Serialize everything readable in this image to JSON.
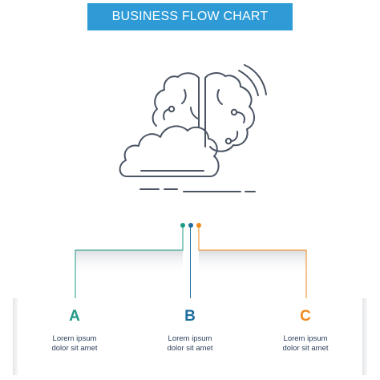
{
  "title": "BUSINESS FLOW CHART",
  "icon": "brain-cloud-idea-icon",
  "colors": {
    "banner": "#2e9bd7",
    "step_a": "#1f9a86",
    "step_b": "#1d6e9e",
    "step_c": "#f08a1c",
    "icon_stroke": "#4a5463"
  },
  "steps": [
    {
      "letter": "A",
      "line1": "Lorem ipsum",
      "line2": "dolor sit amet"
    },
    {
      "letter": "B",
      "line1": "Lorem ipsum",
      "line2": "dolor sit amet"
    },
    {
      "letter": "C",
      "line1": "Lorem ipsum",
      "line2": "dolor sit amet"
    }
  ]
}
